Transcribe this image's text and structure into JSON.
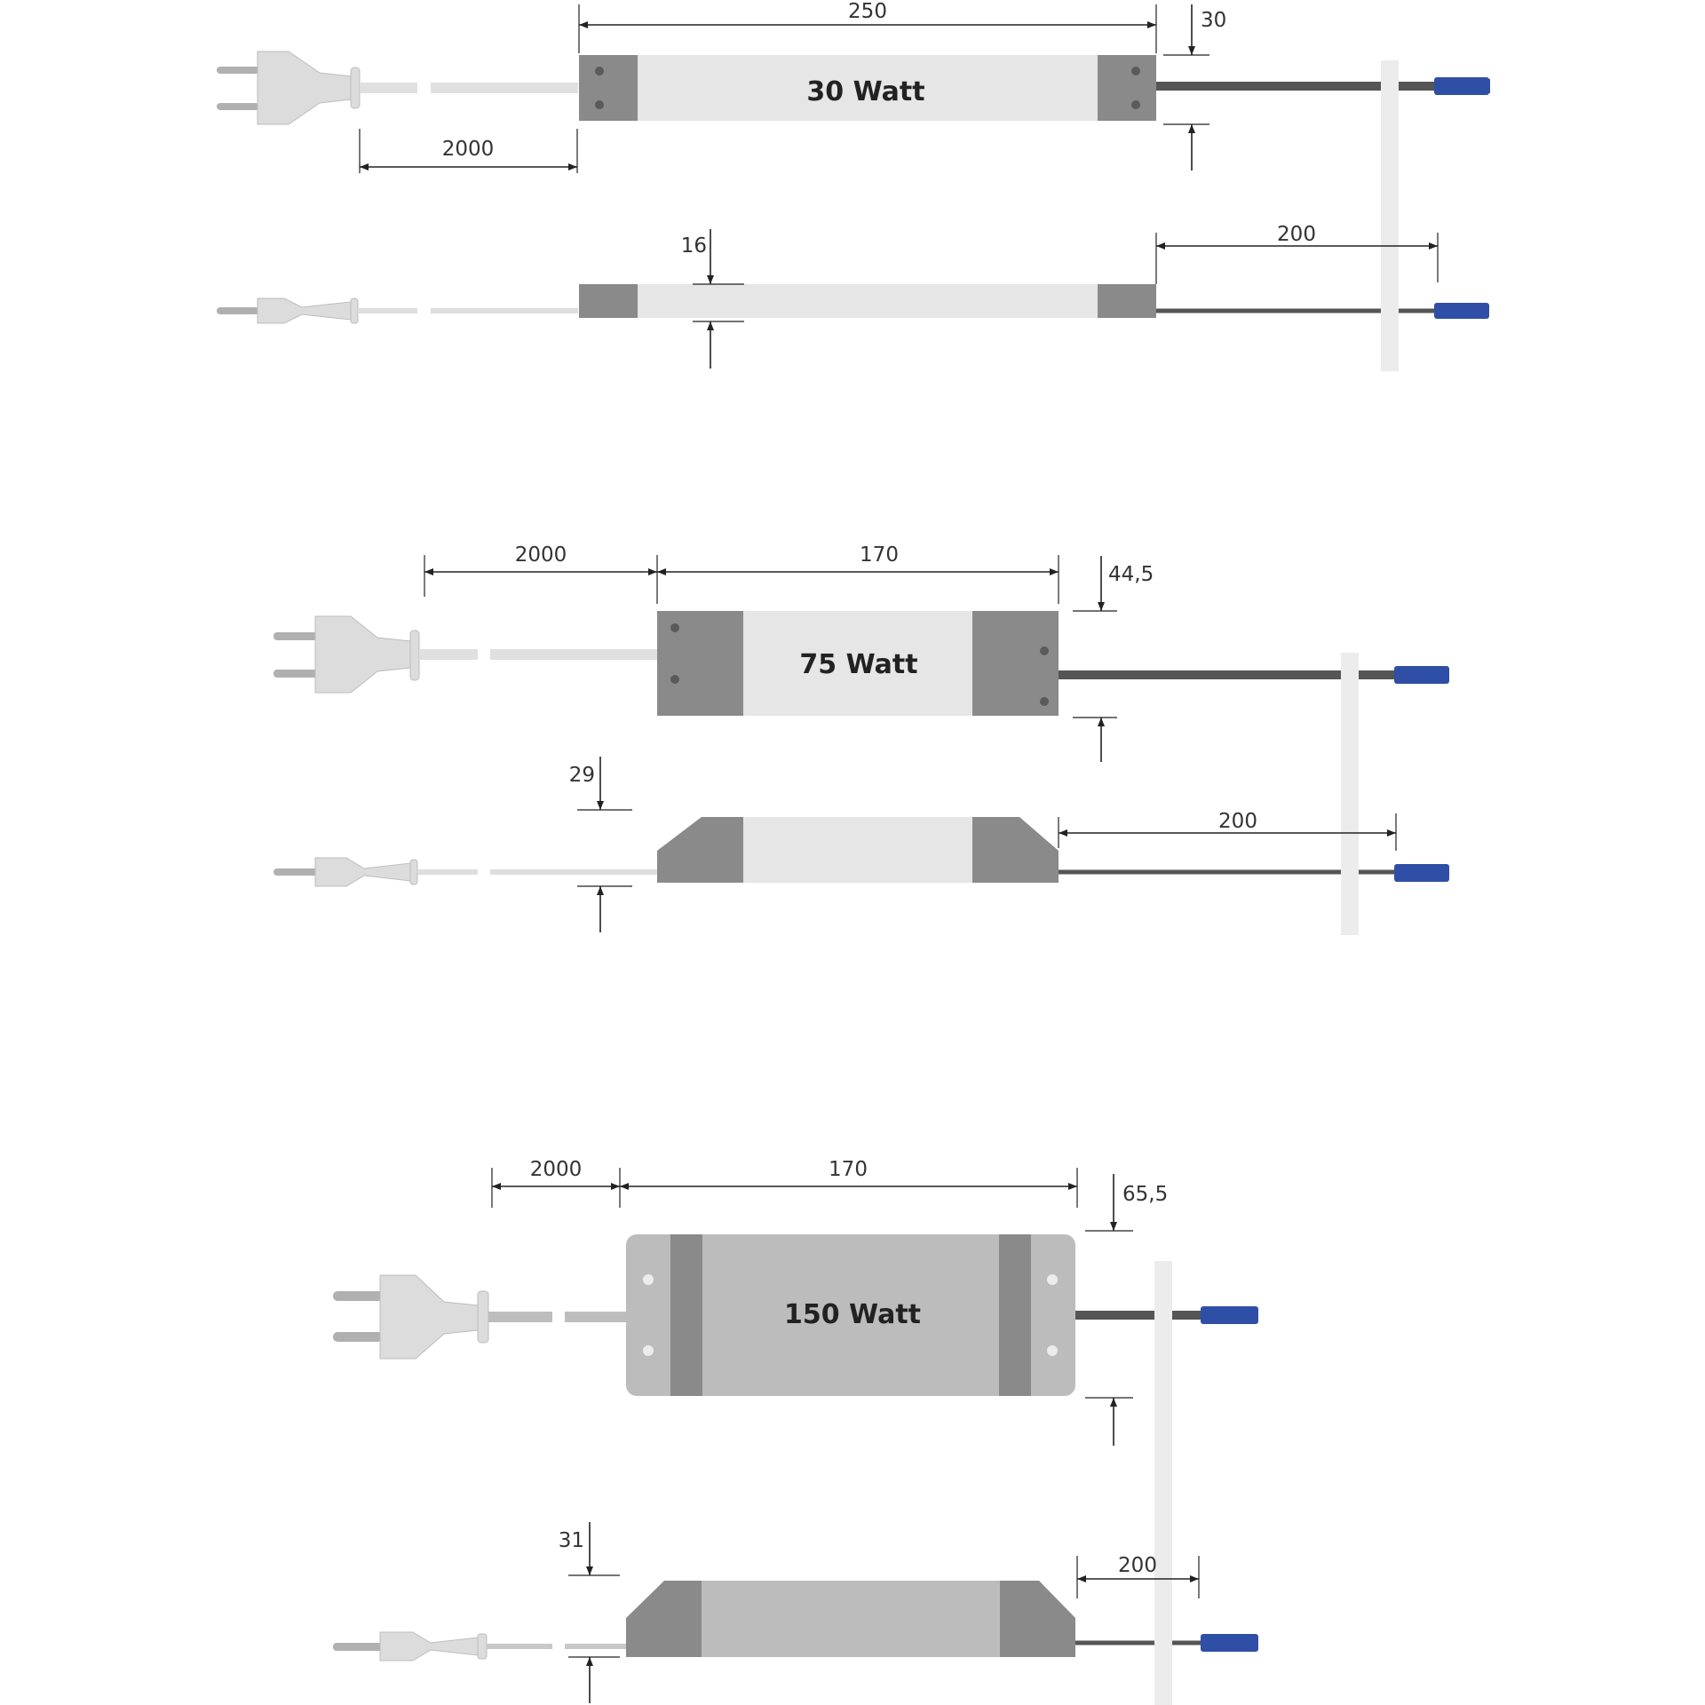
{
  "units": [
    {
      "id": "30w",
      "label": "30 Watt",
      "dims": {
        "length": "250",
        "height": "30",
        "depth": "16",
        "cable_in": "2000",
        "cable_out": "200"
      }
    },
    {
      "id": "75w",
      "label": "75 Watt",
      "dims": {
        "cable_in": "2000",
        "length": "170",
        "height": "44,5",
        "depth": "29",
        "cable_out": "200"
      }
    },
    {
      "id": "150w",
      "label": "150 Watt",
      "dims": {
        "cable_in": "2000",
        "length": "170",
        "height": "65,5",
        "depth": "31",
        "cable_out": "200"
      }
    }
  ],
  "colors": {
    "connector": "#2f4fa6",
    "housing_dark": "#8a8a8a",
    "housing_light": "#e6e6e6",
    "dimension_lines": "#222222"
  }
}
